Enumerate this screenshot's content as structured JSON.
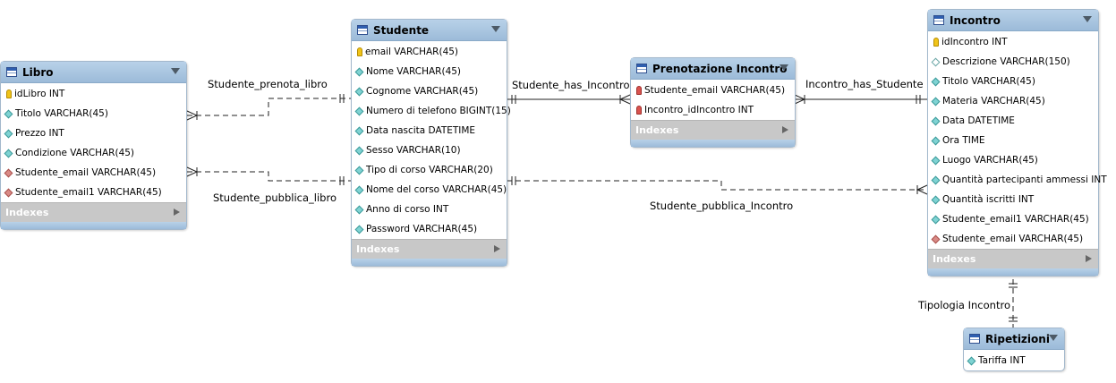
{
  "tables": {
    "libro": {
      "title": "Libro",
      "columns": [
        {
          "name": "idLibro INT",
          "icon": "primary-key-icon"
        },
        {
          "name": "Titolo VARCHAR(45)",
          "icon": "attribute-icon"
        },
        {
          "name": "Prezzo INT",
          "icon": "attribute-icon"
        },
        {
          "name": "Condizione VARCHAR(45)",
          "icon": "attribute-icon"
        },
        {
          "name": "Studente_email VARCHAR(45)",
          "icon": "foreign-key-icon"
        },
        {
          "name": "Studente_email1 VARCHAR(45)",
          "icon": "foreign-key-icon"
        }
      ],
      "indexes_label": "Indexes"
    },
    "studente": {
      "title": "Studente",
      "columns": [
        {
          "name": "email VARCHAR(45)",
          "icon": "primary-key-icon"
        },
        {
          "name": "Nome VARCHAR(45)",
          "icon": "attribute-icon"
        },
        {
          "name": "Cognome VARCHAR(45)",
          "icon": "attribute-icon"
        },
        {
          "name": "Numero di telefono BIGINT(15)",
          "icon": "attribute-icon"
        },
        {
          "name": "Data nascita DATETIME",
          "icon": "attribute-icon"
        },
        {
          "name": "Sesso VARCHAR(10)",
          "icon": "attribute-icon"
        },
        {
          "name": "Tipo di corso VARCHAR(20)",
          "icon": "attribute-icon"
        },
        {
          "name": "Nome del corso VARCHAR(45)",
          "icon": "attribute-icon"
        },
        {
          "name": "Anno di corso INT",
          "icon": "attribute-icon"
        },
        {
          "name": "Password VARCHAR(45)",
          "icon": "attribute-icon"
        }
      ],
      "indexes_label": "Indexes"
    },
    "prenotazione": {
      "title": "Prenotazione Incontro",
      "columns": [
        {
          "name": "Studente_email VARCHAR(45)",
          "icon": "primary-foreign-key-icon"
        },
        {
          "name": "Incontro_idIncontro INT",
          "icon": "primary-foreign-key-icon"
        }
      ],
      "indexes_label": "Indexes"
    },
    "incontro": {
      "title": "Incontro",
      "columns": [
        {
          "name": "idIncontro INT",
          "icon": "primary-key-icon"
        },
        {
          "name": "Descrizione VARCHAR(150)",
          "icon": "nullable-attribute-icon"
        },
        {
          "name": "Titolo VARCHAR(45)",
          "icon": "attribute-icon"
        },
        {
          "name": "Materia VARCHAR(45)",
          "icon": "attribute-icon"
        },
        {
          "name": "Data DATETIME",
          "icon": "attribute-icon"
        },
        {
          "name": "Ora TIME",
          "icon": "attribute-icon"
        },
        {
          "name": "Luogo VARCHAR(45)",
          "icon": "attribute-icon"
        },
        {
          "name": "Quantità partecipanti ammessi INT",
          "icon": "attribute-icon"
        },
        {
          "name": "Quantità iscritti INT",
          "icon": "attribute-icon"
        },
        {
          "name": "Studente_email1 VARCHAR(45)",
          "icon": "attribute-icon"
        },
        {
          "name": "Studente_email VARCHAR(45)",
          "icon": "foreign-key-icon"
        }
      ],
      "indexes_label": "Indexes"
    },
    "ripetizioni": {
      "title": "Ripetizioni",
      "columns": [
        {
          "name": "Tariffa INT",
          "icon": "attribute-icon"
        }
      ]
    }
  },
  "relationships": {
    "prenota_libro": "Studente_prenota_libro",
    "pubblica_libro": "Studente_pubblica_libro",
    "has_incontro": "Studente_has_Incontro",
    "incontro_has_studente": "Incontro_has_Studente",
    "pubblica_incontro": "Studente_pubblica_Incontro",
    "tipologia": "Tipologia Incontro"
  },
  "colors": {
    "header": "#a8c4e0",
    "indexes_bar": "#c8c8c8",
    "primary_key": "#f0c419",
    "foreign_key": "#d9534f",
    "attribute": "#7fd3d3"
  }
}
